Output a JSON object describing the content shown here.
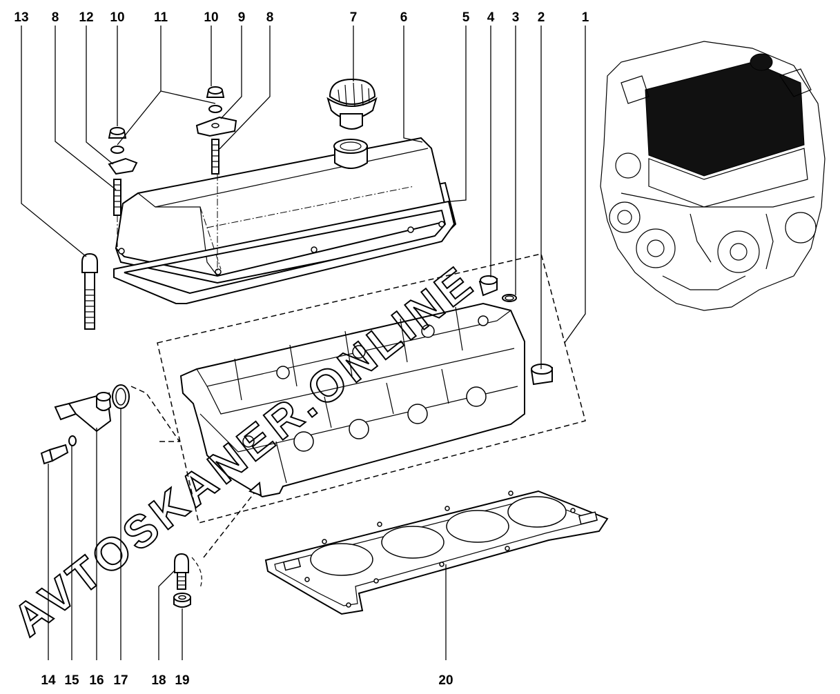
{
  "callouts": {
    "c1": "1",
    "c2": "2",
    "c3": "3",
    "c4": "4",
    "c5": "5",
    "c6": "6",
    "c7": "7",
    "c8a": "8",
    "c8b": "8",
    "c9": "9",
    "c10a": "10",
    "c10b": "10",
    "c11": "11",
    "c12": "12",
    "c13": "13",
    "c14": "14",
    "c15": "15",
    "c16": "16",
    "c17": "17",
    "c18": "18",
    "c19": "19",
    "c20": "20"
  },
  "watermark": "AVTOSKANER.ONLINE",
  "colors": {
    "ink": "#000000",
    "paper": "#ffffff"
  }
}
